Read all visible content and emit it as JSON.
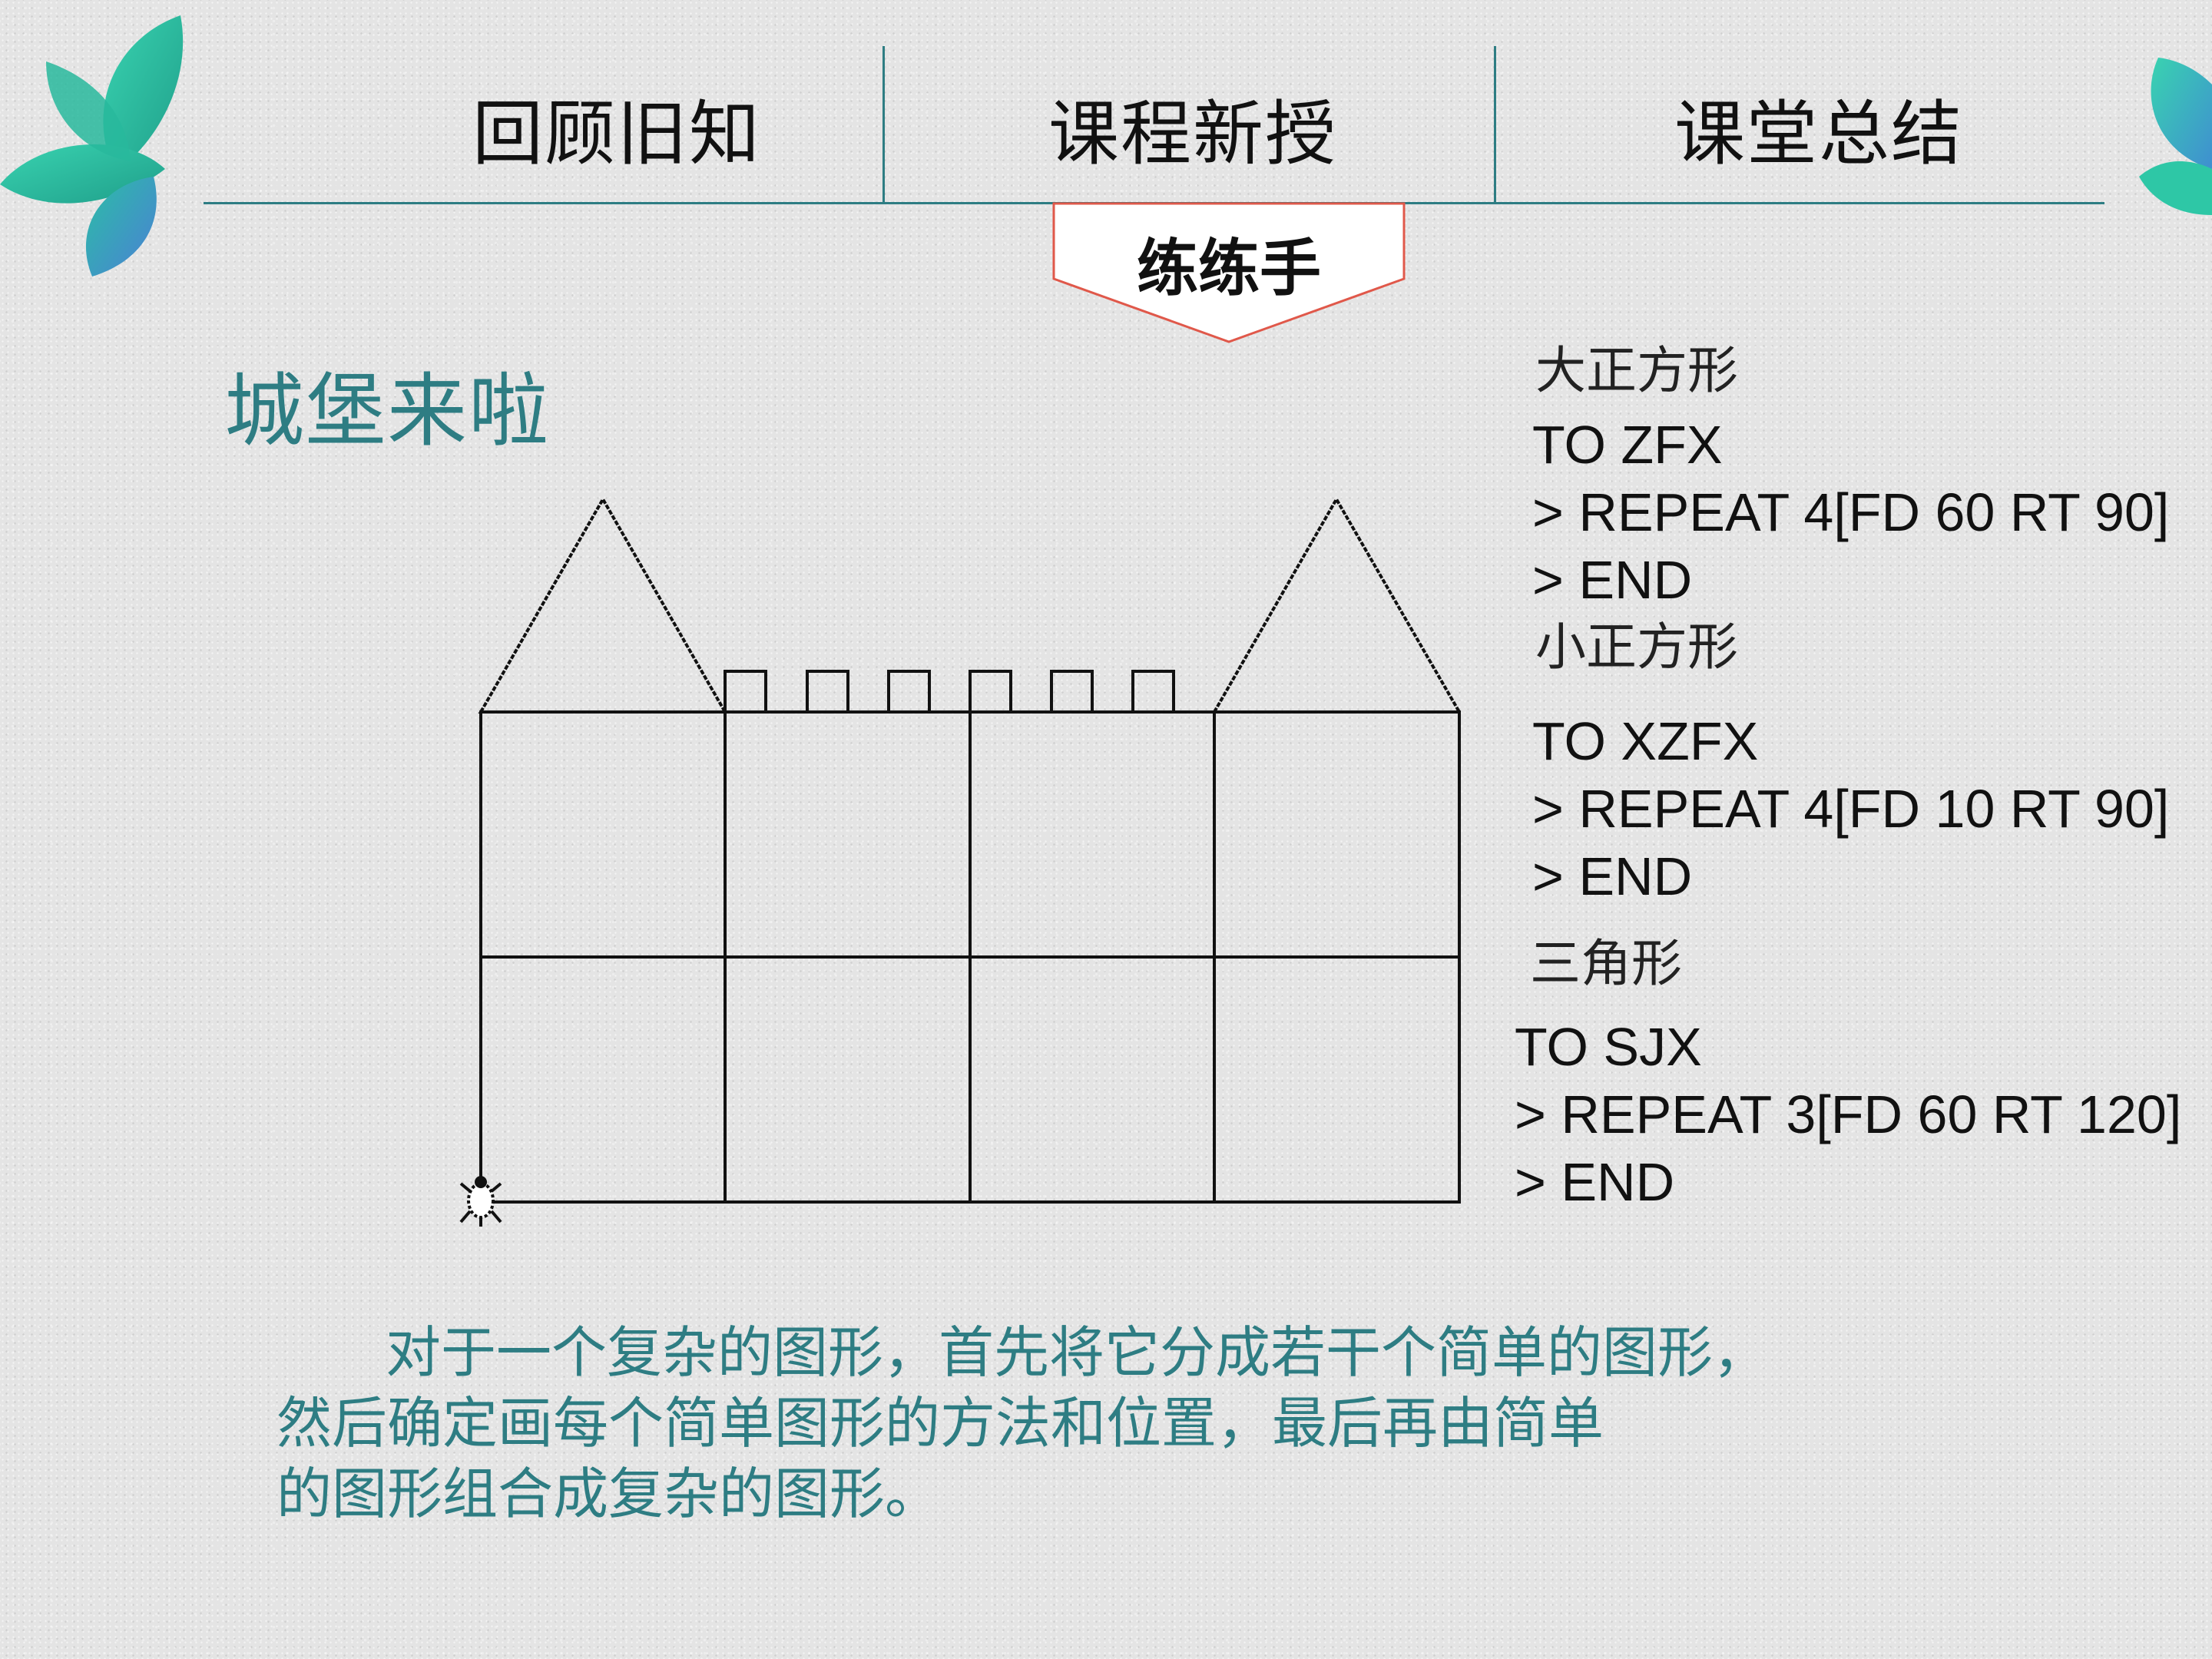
{
  "nav": {
    "items": [
      "回顾旧知",
      "课程新授",
      "课堂总结"
    ]
  },
  "badge": {
    "label": "练练手"
  },
  "title": "城堡来啦",
  "procedures": [
    {
      "heading": "大正方形",
      "lines": [
        "TO ZFX",
        "> REPEAT 4[FD 60 RT 90]",
        "> END"
      ]
    },
    {
      "heading": "小正方形",
      "lines": [
        "TO XZFX",
        "> REPEAT 4[FD 10 RT 90]",
        "> END"
      ]
    },
    {
      "heading": "三角形",
      "lines": [
        "TO SJX",
        "> REPEAT 3[FD 60 RT 120]",
        "> END"
      ]
    }
  ],
  "summary": {
    "lines": [
      "对于一个复杂的图形，首先将它分成若干个简单的图形，",
      "然后确定画每个简单图形的方法和位置，最后再由简单",
      "的图形组合成复杂的图形。"
    ]
  },
  "castle": {
    "grid_columns": 4,
    "grid_rows": 2,
    "square_size_steps": 60,
    "towers": 2,
    "tower_triangle_side_steps": 60,
    "battlements": 6,
    "battlement_size_steps": 10
  },
  "colors": {
    "accent": "#2e7d83",
    "leaf_primary": "#2ec7a6",
    "leaf_secondary": "#3f8fd0",
    "badge_border": "#e0584a",
    "text": "#111111"
  }
}
